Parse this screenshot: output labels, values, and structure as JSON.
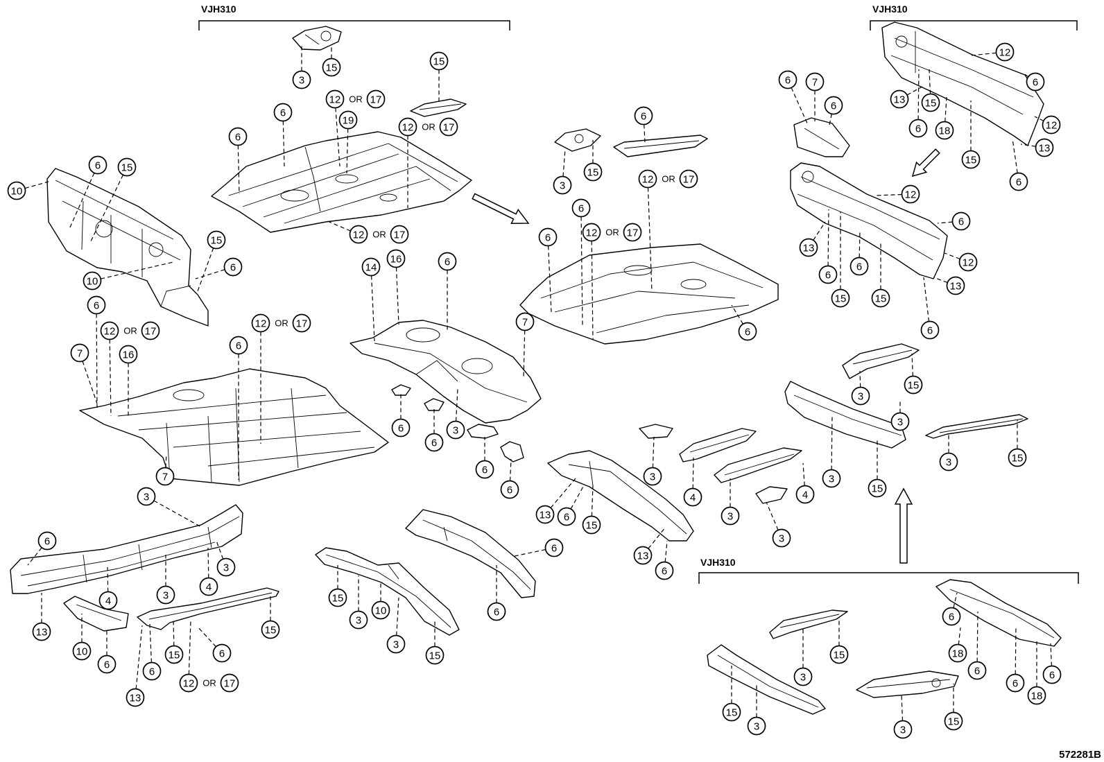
{
  "diagram": {
    "model_labels": {
      "center_top": "VJH310",
      "right_top": "VJH310",
      "right_bottom": "VJH310"
    },
    "drawing_number": "572281B",
    "callouts": [
      "3",
      "15",
      "15",
      "19",
      "6",
      "6",
      "14",
      "16",
      "6",
      "7",
      "10",
      "6",
      "15",
      "15",
      "6",
      "10",
      "6",
      "6",
      "7",
      "16",
      "7",
      "6",
      "6",
      "3",
      "6",
      "6",
      "3",
      "6",
      "3",
      "4",
      "3",
      "4",
      "13",
      "10",
      "6",
      "15",
      "15",
      "6",
      "6",
      "13",
      "15",
      "3",
      "10",
      "3",
      "15",
      "6",
      "6",
      "6",
      "3",
      "15",
      "6",
      "6",
      "6",
      "3",
      "4",
      "3",
      "4",
      "3",
      "13",
      "6",
      "15",
      "13",
      "6",
      "12",
      "6",
      "13",
      "15",
      "6",
      "18",
      "12",
      "13",
      "15",
      "6",
      "6",
      "7",
      "6",
      "12",
      "6",
      "13",
      "12",
      "6",
      "6",
      "13",
      "15",
      "15",
      "6",
      "15",
      "3",
      "3",
      "3",
      "15",
      "3",
      "15",
      "6",
      "18",
      "6",
      "6",
      "18",
      "6",
      "15",
      "3",
      "15",
      "3",
      "3",
      "15"
    ],
    "alternative_callouts": [
      {
        "first": "12",
        "joiner": "OR",
        "second": "17"
      },
      {
        "first": "12",
        "joiner": "OR",
        "second": "17"
      },
      {
        "first": "12",
        "joiner": "OR",
        "second": "17"
      },
      {
        "first": "12",
        "joiner": "OR",
        "second": "17"
      },
      {
        "first": "12",
        "joiner": "OR",
        "second": "17"
      },
      {
        "first": "12",
        "joiner": "OR",
        "second": "17"
      },
      {
        "first": "12",
        "joiner": "OR",
        "second": "17"
      },
      {
        "first": "12",
        "joiner": "OR",
        "second": "17"
      }
    ]
  }
}
